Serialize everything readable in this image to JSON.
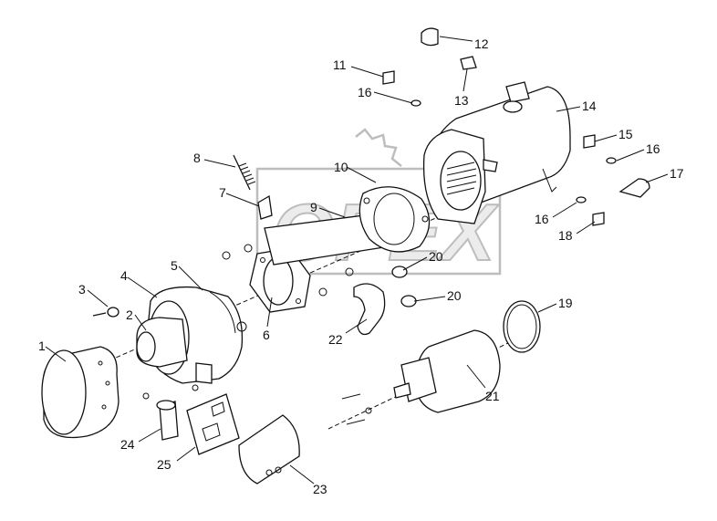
{
  "diagram": {
    "watermark_text": "OPEX",
    "callouts": [
      {
        "id": "c1",
        "label": "1"
      },
      {
        "id": "c2",
        "label": "2"
      },
      {
        "id": "c3",
        "label": "3"
      },
      {
        "id": "c4",
        "label": "4"
      },
      {
        "id": "c5",
        "label": "5"
      },
      {
        "id": "c6",
        "label": "6"
      },
      {
        "id": "c7",
        "label": "7"
      },
      {
        "id": "c8",
        "label": "8"
      },
      {
        "id": "c9",
        "label": "9"
      },
      {
        "id": "c10",
        "label": "10"
      },
      {
        "id": "c11",
        "label": "11"
      },
      {
        "id": "c12",
        "label": "12"
      },
      {
        "id": "c13",
        "label": "13"
      },
      {
        "id": "c14",
        "label": "14"
      },
      {
        "id": "c15",
        "label": "15"
      },
      {
        "id": "c16a",
        "label": "16"
      },
      {
        "id": "c16b",
        "label": "16"
      },
      {
        "id": "c16c",
        "label": "16"
      },
      {
        "id": "c17",
        "label": "17"
      },
      {
        "id": "c18",
        "label": "18"
      },
      {
        "id": "c19",
        "label": "19"
      },
      {
        "id": "c20a",
        "label": "20"
      },
      {
        "id": "c20b",
        "label": "20"
      },
      {
        "id": "c21",
        "label": "21"
      },
      {
        "id": "c22",
        "label": "22"
      },
      {
        "id": "c23",
        "label": "23"
      },
      {
        "id": "c24",
        "label": "24"
      },
      {
        "id": "c25",
        "label": "25"
      }
    ]
  }
}
